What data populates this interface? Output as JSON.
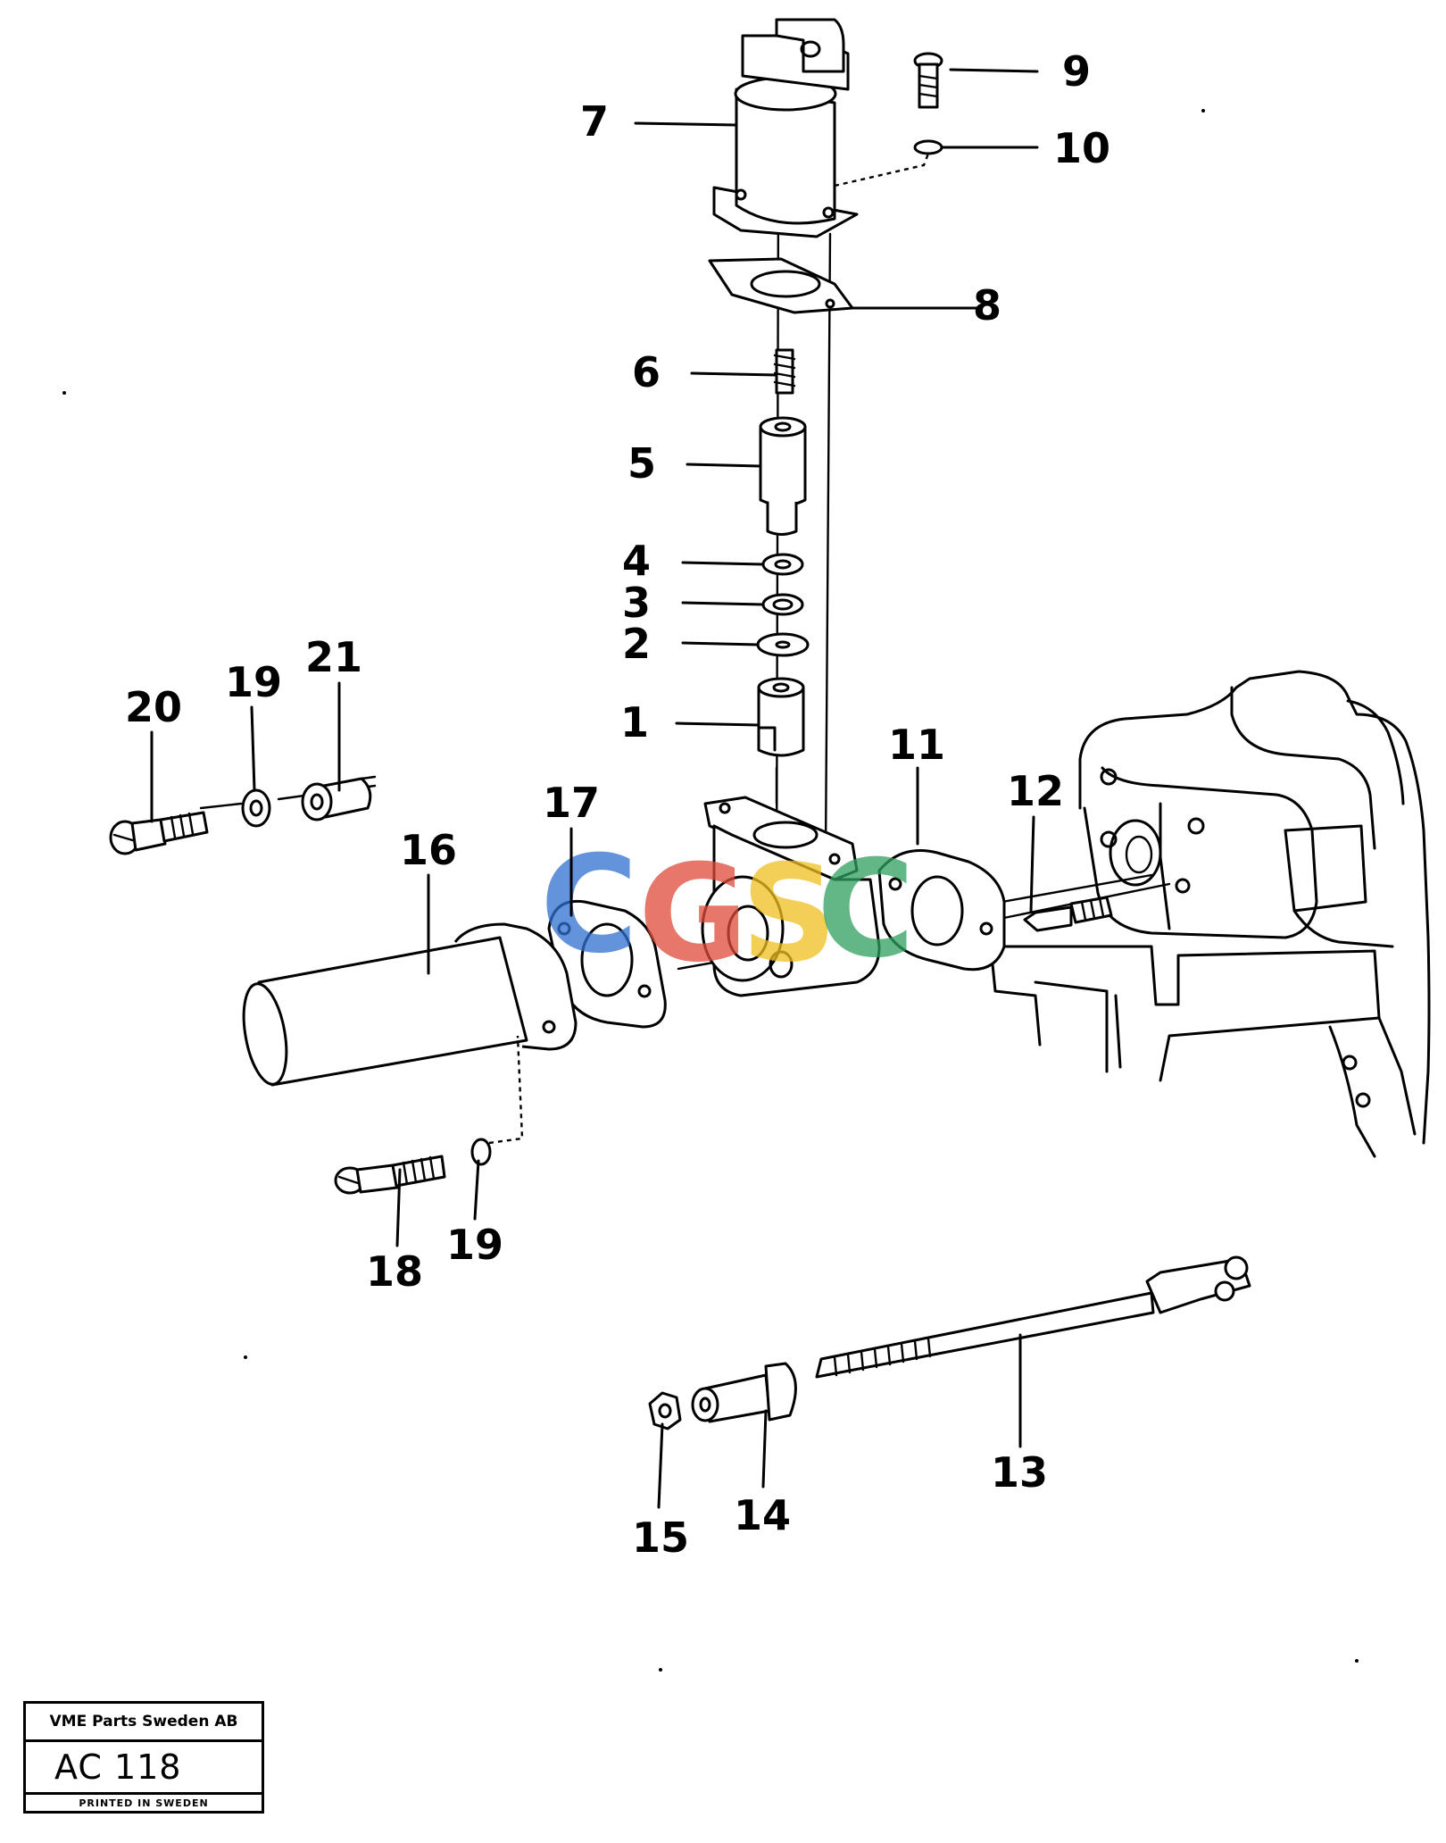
{
  "parts": [
    {
      "id": "part-1",
      "label": "1"
    },
    {
      "id": "part-2",
      "label": "2"
    },
    {
      "id": "part-3",
      "label": "3"
    },
    {
      "id": "part-4",
      "label": "4"
    },
    {
      "id": "part-5",
      "label": "5"
    },
    {
      "id": "part-6",
      "label": "6"
    },
    {
      "id": "part-7",
      "label": "7"
    },
    {
      "id": "part-8",
      "label": "8"
    },
    {
      "id": "part-9",
      "label": "9"
    },
    {
      "id": "part-10",
      "label": "10"
    },
    {
      "id": "part-11",
      "label": "11"
    },
    {
      "id": "part-12",
      "label": "12"
    },
    {
      "id": "part-13",
      "label": "13"
    },
    {
      "id": "part-14",
      "label": "14"
    },
    {
      "id": "part-15",
      "label": "15"
    },
    {
      "id": "part-16",
      "label": "16"
    },
    {
      "id": "part-17",
      "label": "17"
    },
    {
      "id": "part-18",
      "label": "18"
    },
    {
      "id": "part-19a",
      "label": "19"
    },
    {
      "id": "part-19b",
      "label": "19"
    },
    {
      "id": "part-20",
      "label": "20"
    },
    {
      "id": "part-21",
      "label": "21"
    }
  ],
  "watermark": {
    "letters": [
      "C",
      "G",
      "S",
      "C"
    ],
    "colors": [
      "#2f6fd0",
      "#e04a3a",
      "#f0c020",
      "#2fa060"
    ]
  },
  "title_block": {
    "company": "VME Parts Sweden AB",
    "code": "AC 118",
    "printed": "PRINTED IN SWEDEN"
  }
}
